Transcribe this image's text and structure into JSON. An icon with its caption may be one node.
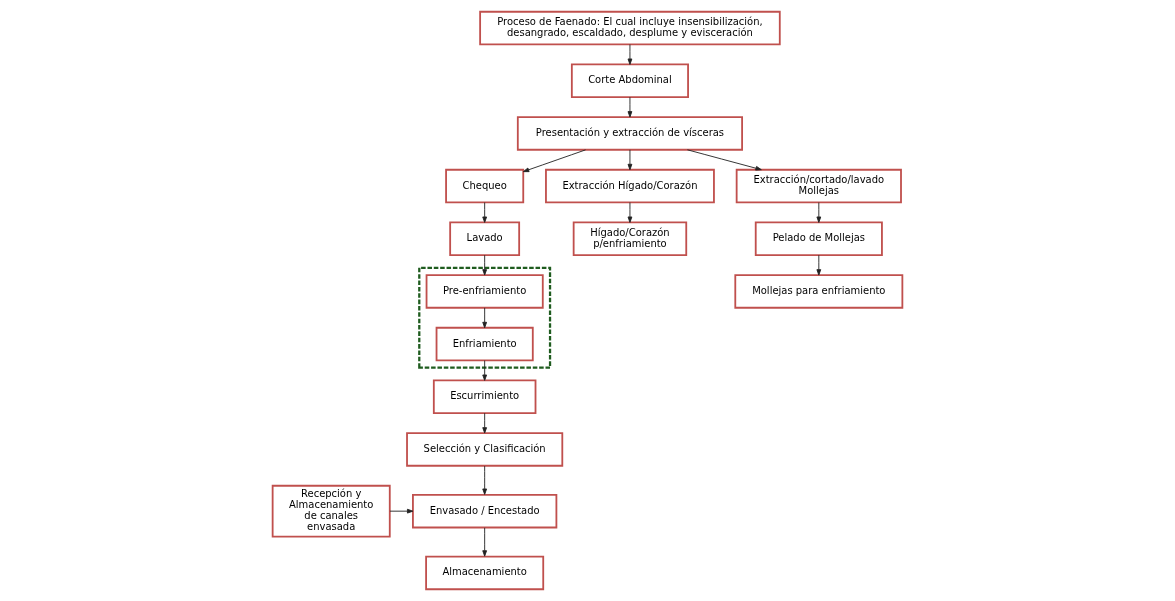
{
  "diagram": {
    "nodes": [
      {
        "text": [
          "Proceso de Faenado: El cual incluye insensibilización, desangrado, escaldado, desplume y evisceración"
        ]
      },
      {
        "text": [
          "Corte Abdominal"
        ]
      },
      {
        "text": [
          "Presentación y extracción de vísceras"
        ]
      },
      {
        "text": [
          "Chequeo"
        ]
      },
      {
        "text": [
          "Lavado"
        ]
      },
      {
        "text": [],
        "shape": "box"
      },
      {
        "text": [
          "Pre-enfriamiento"
        ],
        "in": 5
      },
      {
        "text": [
          "Enfriamiento"
        ],
        "in": 5
      },
      {
        "text": [
          "Escurrimiento"
        ]
      },
      {
        "text": [
          "Selección y Clasificación"
        ]
      },
      {
        "text": [
          "Envasado / Encestado"
        ]
      },
      {
        "text": [
          "Almacenamiento"
        ]
      },
      {
        "text": [
          "Extracción Hígado/Corazón"
        ]
      },
      {
        "text": [
          "Hígado/Corazón p/enfriamiento"
        ]
      },
      {
        "text": [
          "Extracción/cortado/lavado Mollejas"
        ]
      },
      {
        "text": [
          "Pelado de Mollejas"
        ]
      },
      {
        "text": [
          "Mollejas para enfriamiento"
        ]
      },
      {
        "text": [
          "Recepción y Almacenamiento de canales envasada"
        ]
      }
    ],
    "edges": [
      {
        "from": 0,
        "to": 1,
        "arrow": "to"
      },
      {
        "from": 1,
        "to": 2,
        "arrow": "to"
      },
      {
        "from": 2,
        "to": 3,
        "arrow": "to"
      },
      {
        "from": 3,
        "to": 4,
        "arrow": "to"
      },
      {
        "from": 4,
        "to": 6,
        "arrow": "to"
      },
      {
        "from": 6,
        "to": 7,
        "arrow": "to"
      },
      {
        "from": 7,
        "to": 8,
        "arrow": "to"
      },
      {
        "from": 8,
        "to": 9,
        "arrow": "to"
      },
      {
        "from": 9,
        "to": 10,
        "arrow": "to"
      },
      {
        "from": 10,
        "to": 11,
        "arrow": "to"
      },
      {
        "from": 2,
        "to": 12,
        "arrow": "to"
      },
      {
        "from": 2,
        "to": 14,
        "arrow": "to"
      },
      {
        "from": 12,
        "to": 13,
        "arrow": "to"
      },
      {
        "from": 14,
        "to": 15,
        "arrow": "to"
      },
      {
        "from": 15,
        "to": 16,
        "arrow": "to"
      },
      {
        "from": 17,
        "to": 10,
        "arrow": "to"
      }
    ]
  }
}
